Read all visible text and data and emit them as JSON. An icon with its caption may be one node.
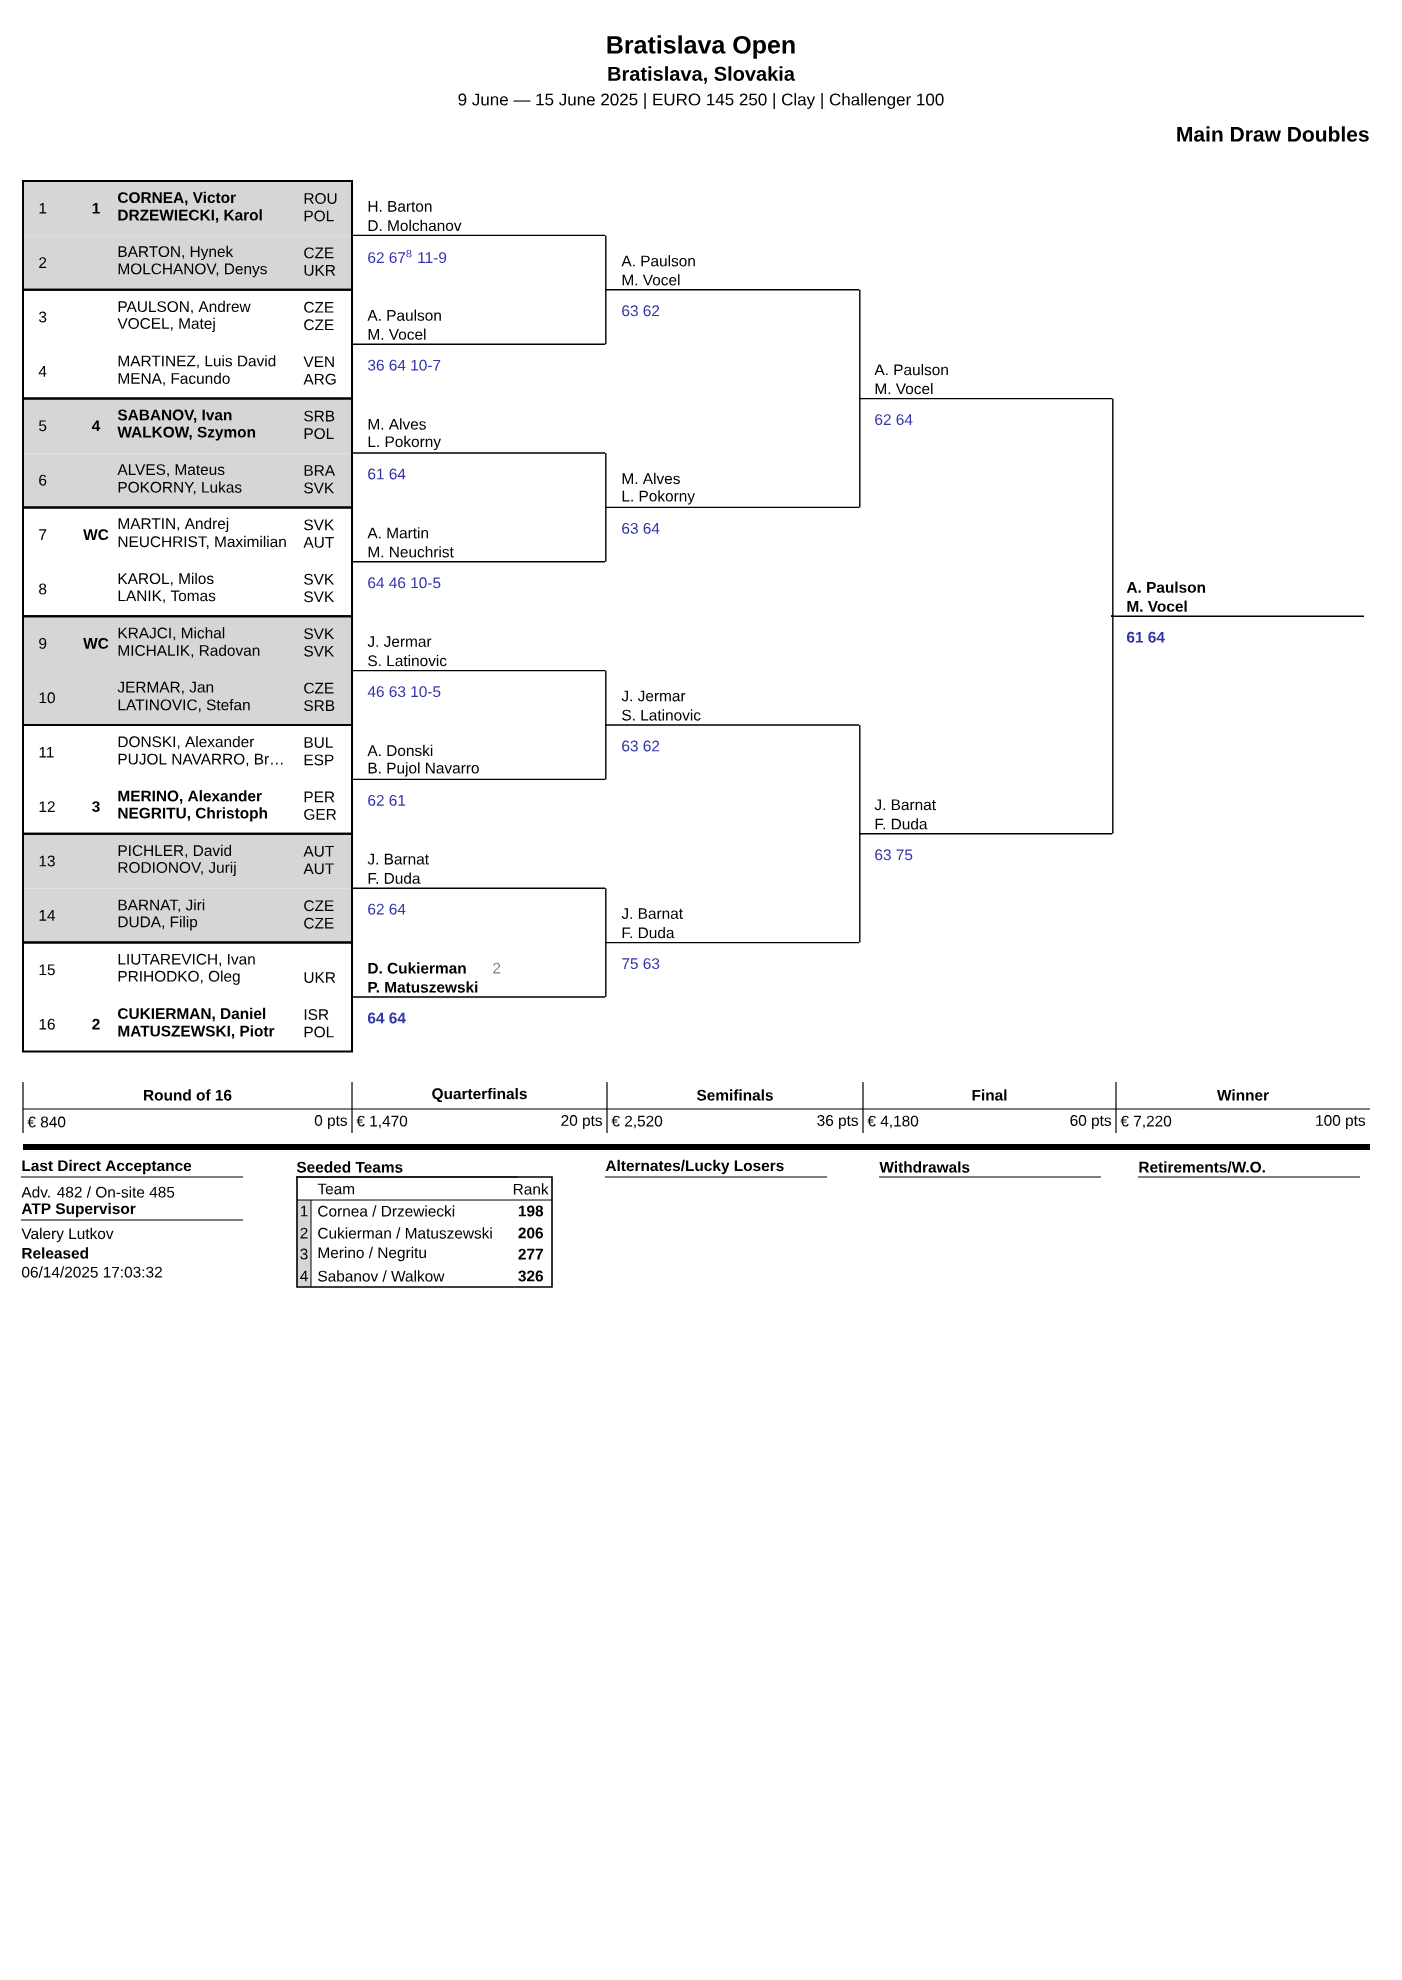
{
  "diagram": {
    "title": "Bratislava Open",
    "nodes": [
      {
        "text": [
          "1",
          "1",
          "CORNEA, Victor",
          "DRZEWIECKI, Karol",
          "ROU",
          "POL"
        ]
      },
      {
        "text": [
          "2",
          "BARTON, Hynek",
          "MOLCHANOV, Denys",
          "CZE",
          "UKR"
        ]
      },
      {
        "text": [
          "3",
          "PAULSON, Andrew",
          "VOCEL, Matej",
          "CZE",
          "CZE"
        ]
      },
      {
        "text": [
          "4",
          "MARTINEZ, Luis David",
          "MENA, Facundo",
          "VEN",
          "ARG"
        ]
      },
      {
        "text": [
          "5",
          "4",
          "SABANOV, Ivan",
          "WALKOW, Szymon",
          "SRB",
          "POL"
        ]
      },
      {
        "text": [
          "6",
          "ALVES, Mateus",
          "POKORNY, Lukas",
          "BRA",
          "SVK"
        ]
      },
      {
        "text": [
          "7",
          "WC",
          "MARTIN, Andrej",
          "NEUCHRIST, Maximilian",
          "SVK",
          "AUT"
        ]
      },
      {
        "text": [
          "8",
          "KAROL, Milos",
          "LANIK, Tomas",
          "SVK",
          "SVK"
        ]
      },
      {
        "text": [
          "9",
          "WC",
          "KRAJCI, Michal",
          "MICHALIK, Radovan",
          "SVK",
          "SVK"
        ]
      },
      {
        "text": [
          "10",
          "JERMAR, Jan",
          "LATINOVIC, Stefan",
          "CZE",
          "SRB"
        ]
      },
      {
        "text": [
          "11",
          "DONSKI, Alexander",
          "PUJOL NAVARRO, Br…",
          "BUL",
          "ESP"
        ]
      },
      {
        "text": [
          "12",
          "3",
          "MERINO, Alexander",
          "NEGRITU, Christoph",
          "PER",
          "GER"
        ]
      },
      {
        "text": [
          "13",
          "PICHLER, David",
          "RODIONOV, Jurij",
          "AUT",
          "AUT"
        ]
      },
      {
        "text": [
          "14",
          "BARNAT, Jiri",
          "DUDA, Filip",
          "CZE",
          "CZE"
        ]
      },
      {
        "text": [
          "15",
          "LIUTAREVICH, Ivan",
          "PRIHODKO, Oleg",
          "UKR"
        ]
      },
      {
        "text": [
          "16",
          "2",
          "CUKIERMAN, Daniel",
          "MATUSZEWSKI, Piotr",
          "ISR",
          "POL"
        ]
      },
      {
        "text": [
          "H. Barton",
          "D. Molchanov"
        ],
        "beside": [
          "62 67$^{8}$ 11-9"
        ]
      },
      {
        "text": [
          "A. Paulson",
          "M. Vocel"
        ],
        "beside": [
          "36 64 10-7"
        ]
      },
      {
        "text": [
          "M. Alves",
          "L. Pokorny"
        ],
        "beside": [
          "61 64"
        ]
      },
      {
        "text": [
          "A. Martin",
          "M. Neuchrist"
        ],
        "beside": [
          "64 46 10-5"
        ]
      },
      {
        "text": [
          "J. Jermar",
          "S. Latinovic"
        ],
        "beside": [
          "46 63 10-5"
        ]
      },
      {
        "text": [
          "A. Donski",
          "B. Pujol Navarro"
        ],
        "beside": [
          "62 61"
        ]
      },
      {
        "text": [
          "J. Barnat",
          "F. Duda"
        ],
        "beside": [
          "62 64"
        ]
      },
      {
        "text": [
          "D. Cukierman",
          "P. Matuszewski",
          "2"
        ],
        "beside": [
          "64 64"
        ]
      },
      {
        "text": [
          "A. Paulson",
          "M. Vocel"
        ],
        "beside": [
          "63 62"
        ]
      },
      {
        "text": [
          "M. Alves",
          "L. Pokorny"
        ],
        "beside": [
          "63 64"
        ]
      },
      {
        "text": [
          "J. Jermar",
          "S. Latinovic"
        ],
        "beside": [
          "63 62"
        ]
      },
      {
        "text": [
          "J. Barnat",
          "F. Duda"
        ],
        "beside": [
          "75 63"
        ]
      },
      {
        "text": [
          "A. Paulson",
          "M. Vocel"
        ],
        "beside": [
          "62 64"
        ]
      },
      {
        "text": [
          "J. Barnat",
          "F. Duda"
        ],
        "beside": [
          "63 75"
        ]
      },
      {
        "text": [
          "A. Paulson",
          "M. Vocel"
        ],
        "beside": [
          "61 64"
        ]
      }
    ],
    "edges": [
      {
        "from": 16,
        "to": 24,
        "arrow": "none"
      },
      {
        "from": 17,
        "to": 24,
        "arrow": "none"
      },
      {
        "from": 18,
        "to": 25,
        "arrow": "none"
      },
      {
        "from": 19,
        "to": 25,
        "arrow": "none"
      },
      {
        "from": 20,
        "to": 26,
        "arrow": "none"
      },
      {
        "from": 21,
        "to": 26,
        "arrow": "none"
      },
      {
        "from": 22,
        "to": 27,
        "arrow": "none"
      },
      {
        "from": 23,
        "to": 27,
        "arrow": "none"
      },
      {
        "from": 24,
        "to": 28,
        "arrow": "none"
      },
      {
        "from": 25,
        "to": 28,
        "arrow": "none"
      },
      {
        "from": 26,
        "to": 29,
        "arrow": "none"
      },
      {
        "from": 27,
        "to": 29,
        "arrow": "none"
      },
      {
        "from": 28,
        "to": 30,
        "arrow": "none"
      },
      {
        "from": 29,
        "to": 30,
        "arrow": "none"
      }
    ],
    "labels": [
      "Bratislava, Slovakia",
      "9 June — 15 June 2025 | EURO 145 250 | Clay | Challenger 100",
      "Main Draw Doubles",
      "Round of 16",
      "Quarterfinals",
      "Semifinals",
      "Final",
      "Winner",
      "€ 840",
      "0 pts",
      "€ 1,470",
      "20 pts",
      "€ 2,520",
      "36 pts",
      "€ 4,180",
      "60 pts",
      "€ 7,220",
      "100 pts",
      "Last Direct Acceptance",
      "Seeded Teams",
      "Alternates/Lucky Losers",
      "Withdrawals",
      "Retirements/W.O.",
      "Adv. 482 / On-site 485",
      "ATP Supervisor",
      "Valery Lutkov",
      "Released",
      "06/14/2025 17:03:32",
      "Team",
      "Rank",
      "1",
      "Cornea / Drzewiecki",
      "198",
      "2",
      "Cukierman / Matuszewski",
      "206",
      "3",
      "Merino / Negritu",
      "277",
      "4",
      "Sabanov / Walkow",
      "326"
    ]
  }
}
